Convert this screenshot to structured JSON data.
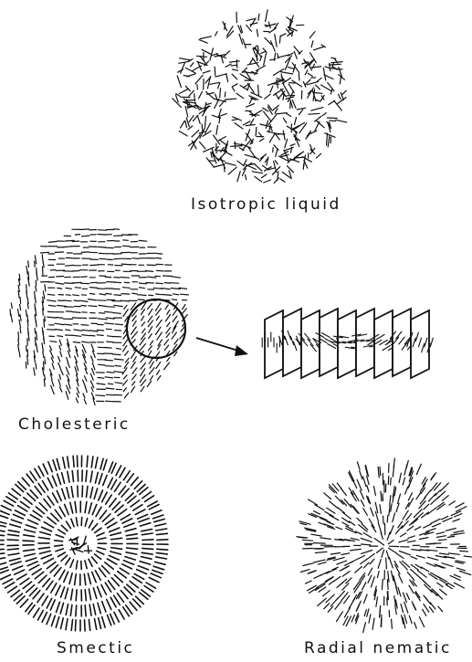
{
  "panels": {
    "isotropic": {
      "caption": "Isotropic liquid"
    },
    "cholesteric": {
      "caption": "Cholesteric"
    },
    "smectic": {
      "caption": "Smectic"
    },
    "radial_nematic": {
      "caption": "Radial nematic"
    }
  },
  "colors": {
    "ink": "#111111",
    "background": "#ffffff"
  }
}
